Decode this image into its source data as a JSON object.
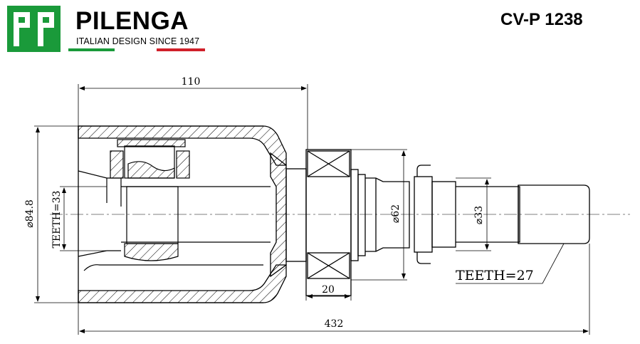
{
  "brand": {
    "logo_text": "PP",
    "name": "PILENGA",
    "tagline": "ITALIAN DESIGN SINCE 1947",
    "logo_color": "#1a9a3a",
    "flag_colors": {
      "green": "#1a9a3a",
      "red": "#d0202a"
    }
  },
  "part_number": "CV-P 1238",
  "dimensions": {
    "length_joint": "110",
    "diameter_body": "⌀84.8",
    "teeth_inner": "TEETH=33",
    "diameter_collar": "⌀62",
    "diameter_shaft": "⌀33",
    "ring_width": "20",
    "overall_length": "432",
    "teeth_outer": "TEETH=27"
  }
}
